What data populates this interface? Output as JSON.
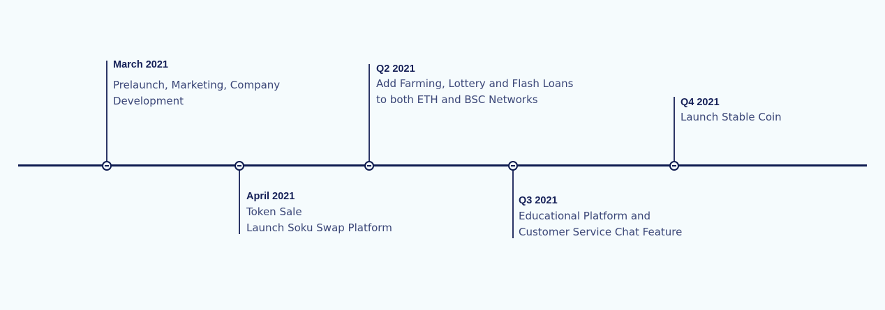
{
  "timeline": {
    "milestones": [
      {
        "date": "March 2021",
        "lines": [
          "Prelaunch, Marketing, Company",
          "Development"
        ]
      },
      {
        "date": "April 2021",
        "lines": [
          "Token Sale",
          "Launch Soku Swap Platform"
        ]
      },
      {
        "date": "Q2 2021",
        "lines": [
          "Add Farming, Lottery and Flash Loans",
          "to both ETH and BSC Networks"
        ]
      },
      {
        "date": "Q3 2021",
        "lines": [
          "Educational Platform and",
          "Customer Service Chat Feature"
        ]
      },
      {
        "date": "Q4 2021",
        "lines": [
          "Launch Stable Coin"
        ]
      }
    ]
  }
}
